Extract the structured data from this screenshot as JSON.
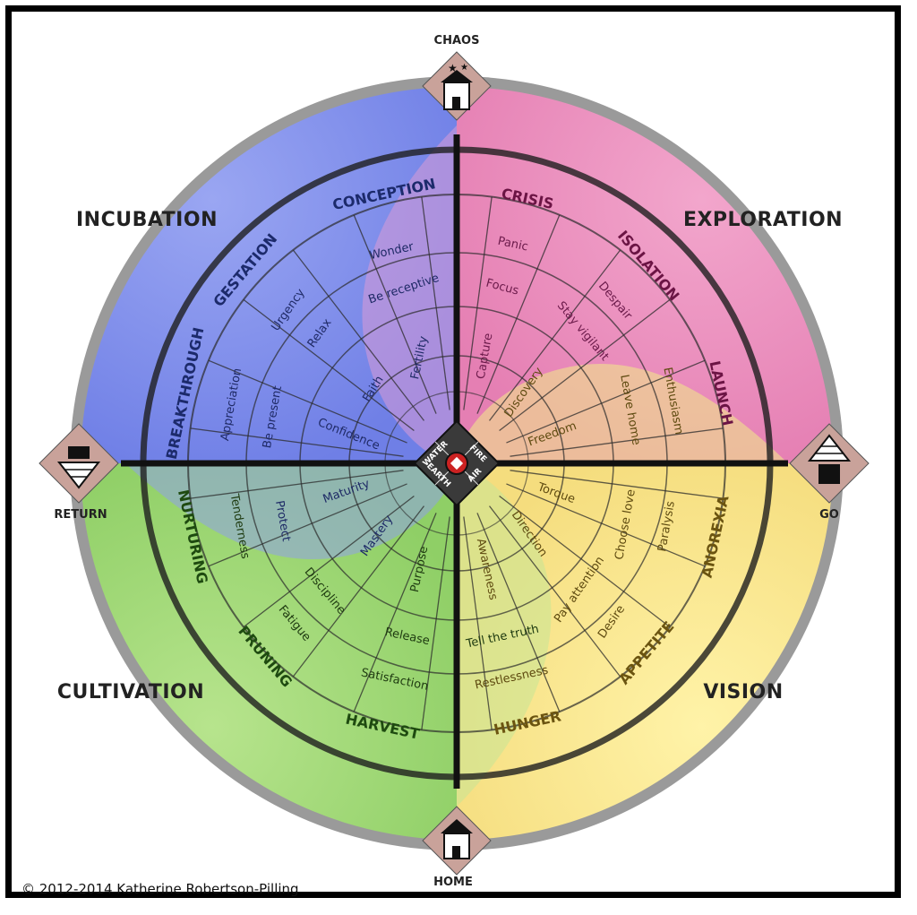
{
  "quadrants": {
    "incubation": "INCUBATION",
    "exploration": "EXPLORATION",
    "cultivation": "CULTIVATION",
    "vision": "VISION"
  },
  "directions": {
    "chaos": "CHAOS",
    "home": "HOME",
    "return": "RETURN",
    "go": "GO"
  },
  "elements": {
    "water": "WATER",
    "fire": "FIRE",
    "earth": "EARTH",
    "air": "AIR"
  },
  "phases": {
    "conception": "CONCEPTION",
    "gestation": "GESTATION",
    "breakthrough": "BREAKTHROUGH",
    "crisis": "CRISIS",
    "isolation": "ISOLATION",
    "launch": "LAUNCH",
    "anorexia": "ANOREXIA",
    "appetite": "APPETITE",
    "hunger": "HUNGER",
    "harvest": "HARVEST",
    "pruning": "PRUNING",
    "nurturing": "NURTURING"
  },
  "stages": {
    "wonder": "Wonder",
    "be_receptive": "Be receptive",
    "urgency": "Urgency",
    "relax": "Relax",
    "fertility": "Fertility",
    "faith": "Faith",
    "appreciation": "Appreciation",
    "be_present": "Be present",
    "confidence": "Confidence",
    "panic": "Panic",
    "focus": "Focus",
    "despair": "Despair",
    "stay_vigilant": "Stay vigilant",
    "capture": "Capture",
    "discovery": "Discovery",
    "leave_home": "Leave home",
    "enthusiasm": "Enthusiasm",
    "freedom": "Freedom",
    "torque": "Torque",
    "choose_love": "Choose love",
    "paralysis": "Paralysis",
    "direction": "Direction",
    "awareness": "Awareness",
    "pay_attention": "Pay attention",
    "desire": "Desire",
    "tell_the_truth": "Tell the truth",
    "restlessness": "Restlessness",
    "purpose": "Purpose",
    "mastery": "Mastery",
    "release": "Release",
    "satisfaction": "Satisfaction",
    "discipline": "Discipline",
    "fatigue": "Fatigue",
    "maturity": "Maturity",
    "protect": "Protect",
    "tenderness": "Tenderness"
  },
  "copyright": "© 2012-2014 Katherine Robertson-Pilling"
}
